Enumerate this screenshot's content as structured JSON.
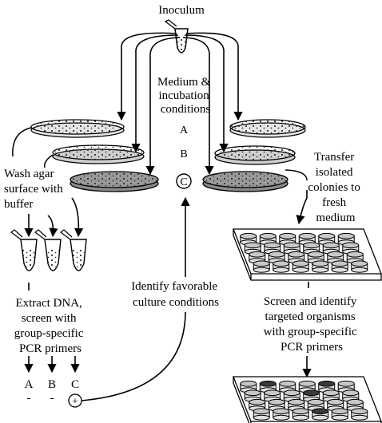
{
  "title": "Inoculum",
  "center": {
    "medium_lines": [
      "Medium &",
      "incubation",
      "conditions"
    ],
    "conditions": [
      "A",
      "B",
      "C"
    ]
  },
  "left": {
    "wash_lines": [
      "Wash agar",
      "surface with",
      "buffer"
    ],
    "extract_lines": [
      "Extract DNA,",
      "screen with",
      "group-specific",
      "PCR primers"
    ],
    "tube_labels": [
      "A",
      "B",
      "C"
    ],
    "tube_results": [
      "-",
      "-",
      "+"
    ]
  },
  "right": {
    "transfer_lines": [
      "Transfer",
      "isolated",
      "colonies to",
      "fresh",
      "medium"
    ],
    "screen_lines": [
      "Screen and identify",
      "targeted organisms",
      "with group-specific",
      "PCR primers"
    ]
  },
  "identify_lines": [
    "Identify favorable",
    "culture conditions"
  ]
}
